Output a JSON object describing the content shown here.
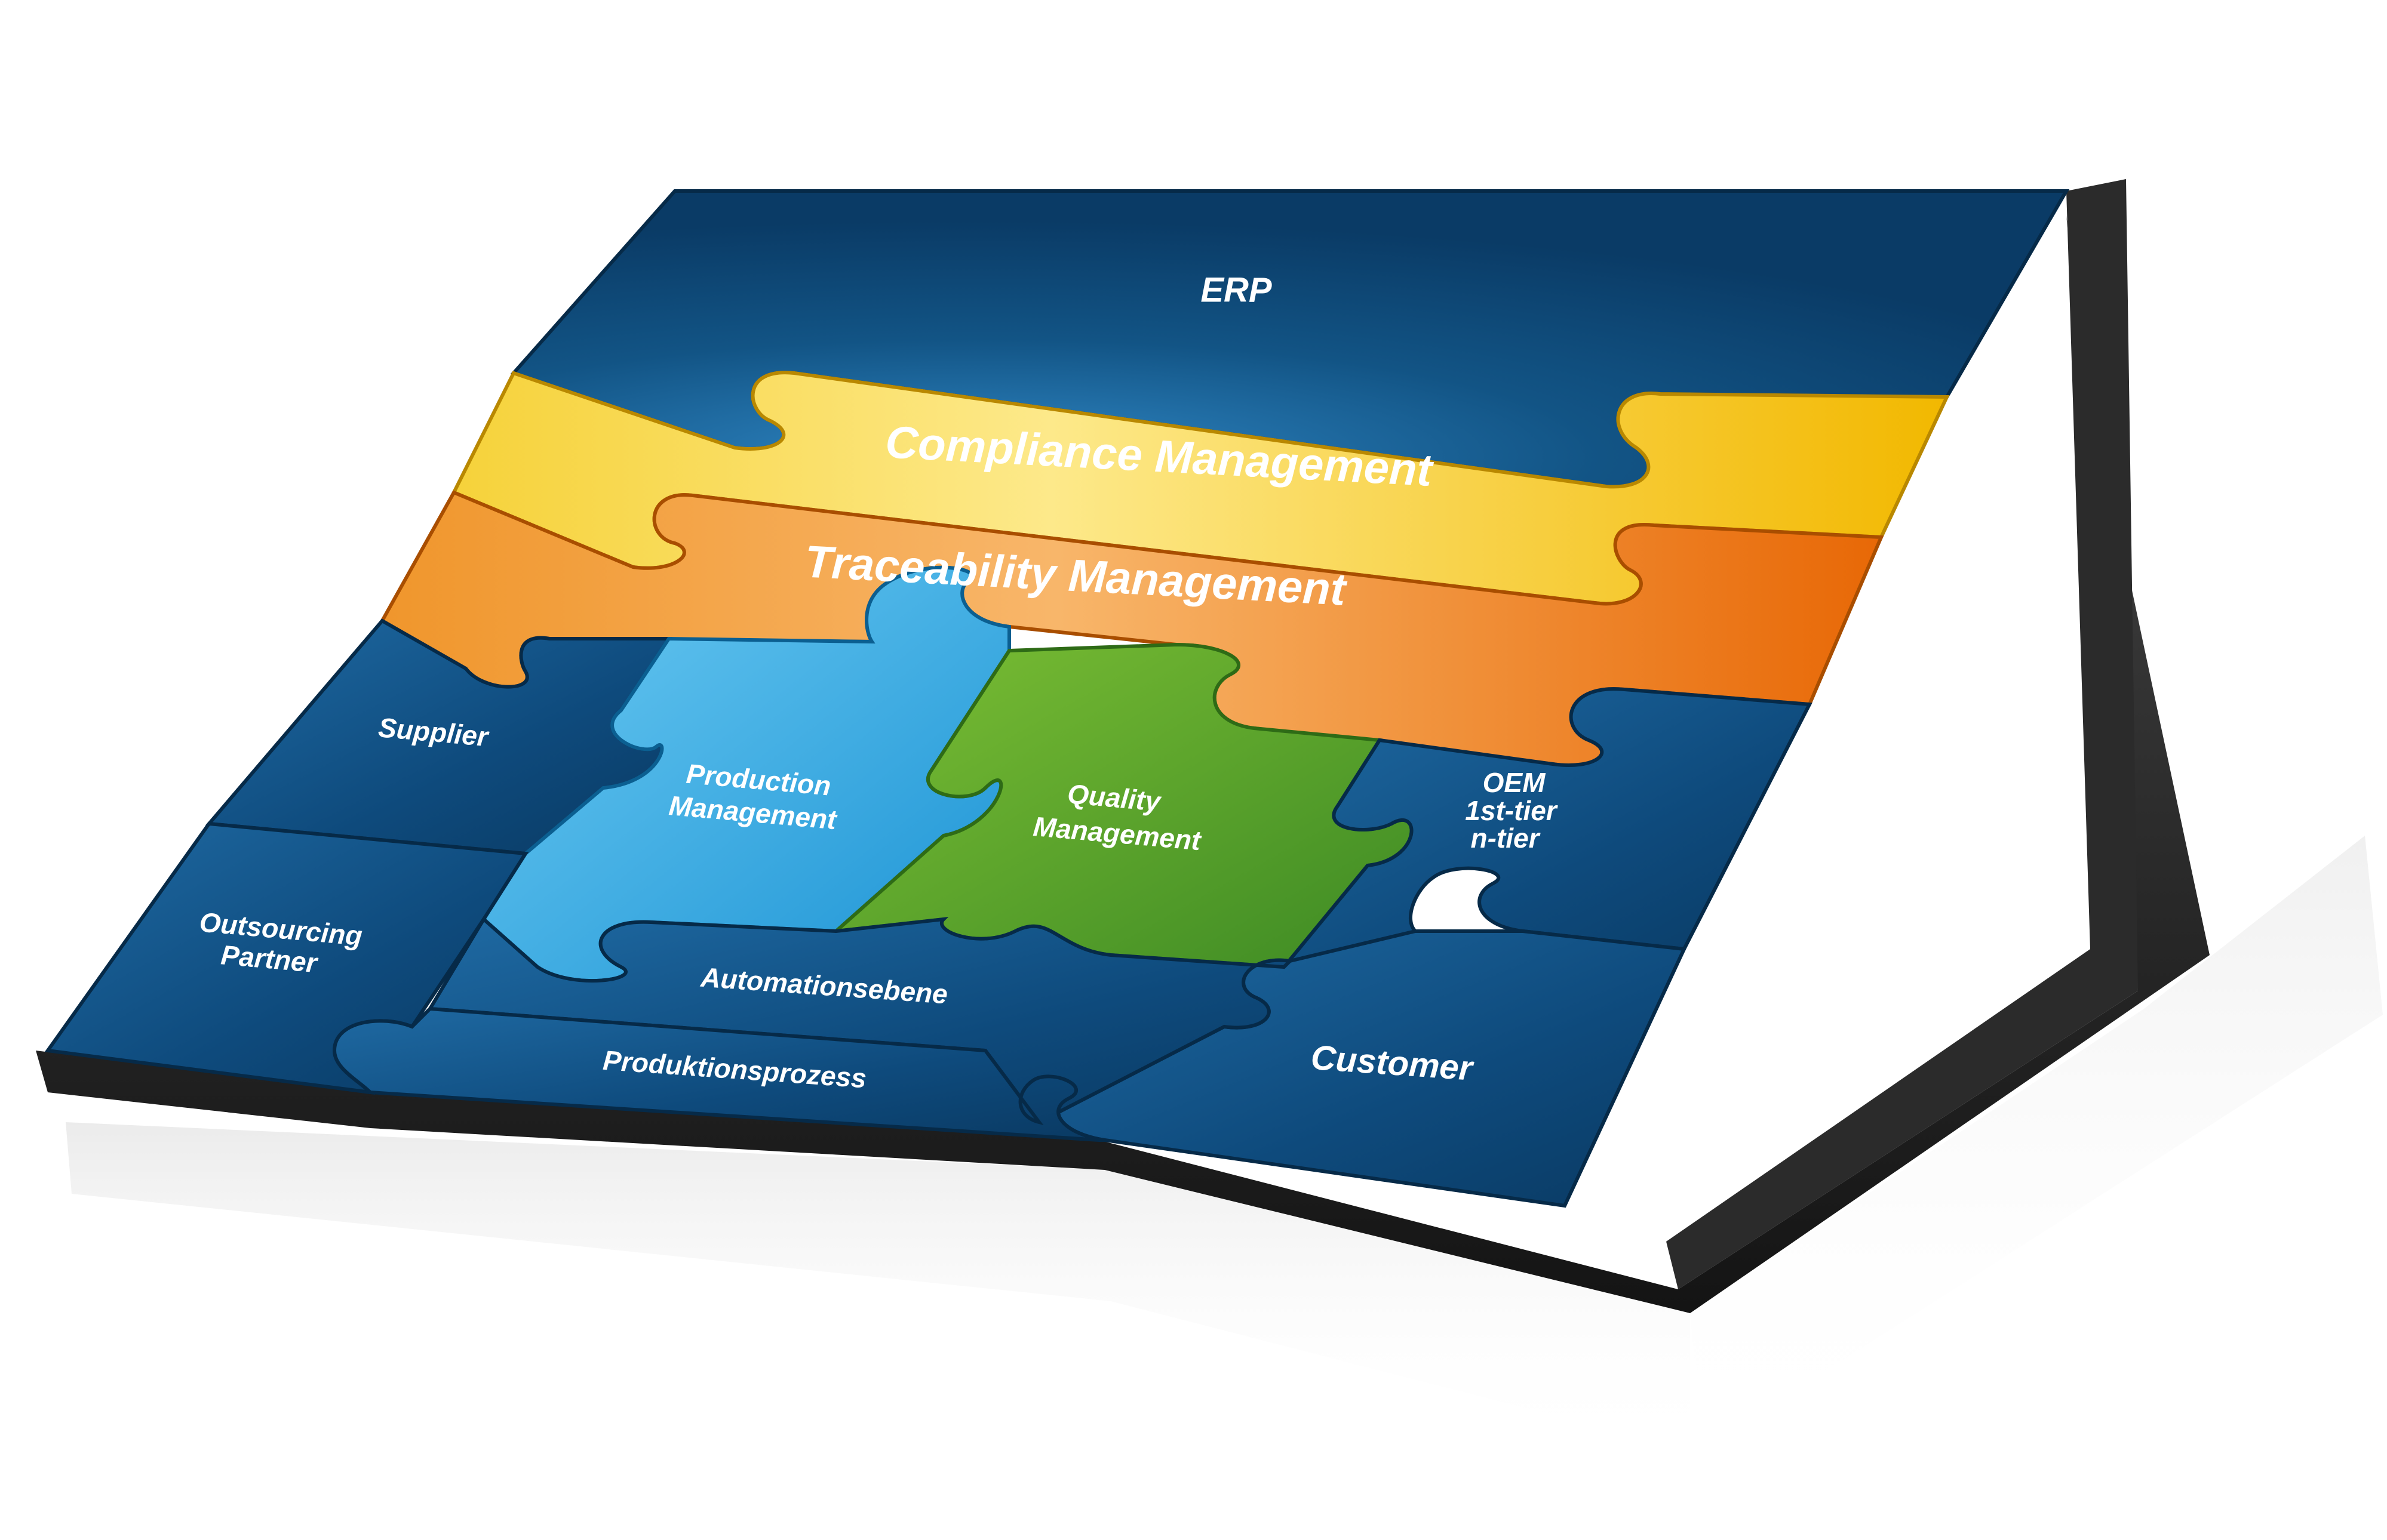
{
  "pieces": {
    "erp": "ERP",
    "compliance": "Compliance Management",
    "traceability": "Traceability Management",
    "supplier": "Supplier",
    "production": [
      "Production",
      "Management"
    ],
    "quality": [
      "Quality",
      "Management"
    ],
    "oem": [
      "OEM",
      "1st-tier",
      "n-tier"
    ],
    "outsourcing": [
      "Outsourcing",
      "Partner"
    ],
    "automation": "Automationsebene",
    "produktion": "Produktionsprozess",
    "customer": "Customer"
  },
  "colors": {
    "blue_dark": "#0b3f6b",
    "blue_mid": "#1d5f93",
    "yellow": "#f7c800",
    "orange": "#ee7a12",
    "light_blue": "#3ab4e8",
    "green": "#5aa22a",
    "base": "#2e2e2e"
  }
}
